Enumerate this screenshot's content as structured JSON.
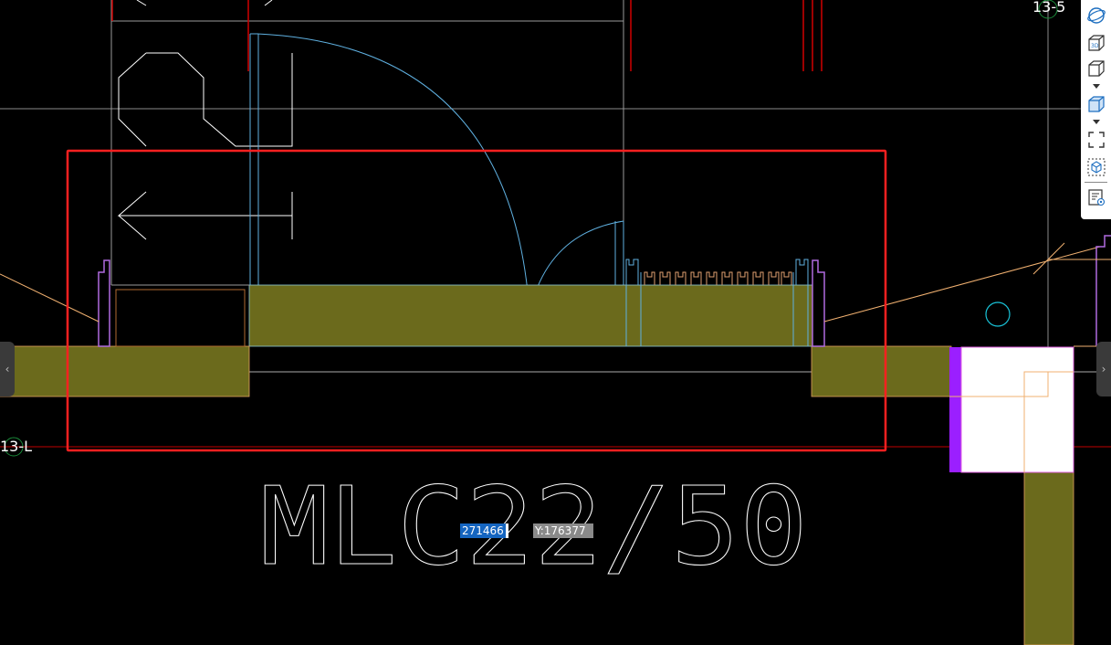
{
  "axis_labels": {
    "top_right": "13-5",
    "left": "13-L"
  },
  "drawing_annotation": "MLC22/50",
  "coordinate_readout": {
    "x_value": "271466",
    "y_value": "Y:176377"
  },
  "toolbar": {
    "tools": [
      {
        "icon": "orbit-icon"
      },
      {
        "icon": "view-3d-icon",
        "badge": "3D"
      },
      {
        "icon": "view-cube-icon"
      },
      {
        "icon": "shaded-cube-icon"
      },
      {
        "icon": "fullscreen-icon"
      },
      {
        "icon": "isolate-box-icon"
      },
      {
        "icon": "properties-icon"
      }
    ]
  },
  "side_handles": {
    "left_glyph": "‹",
    "right_glyph": "›"
  },
  "colors": {
    "background": "#000000",
    "wall_fill": "#6b6a1c",
    "selection_box": "#ff2020",
    "column_fill": "#ffffff",
    "column_edge": "#9b1fff",
    "door_swing": "#5fb0e0",
    "coord_x_bg": "#1565c0"
  }
}
